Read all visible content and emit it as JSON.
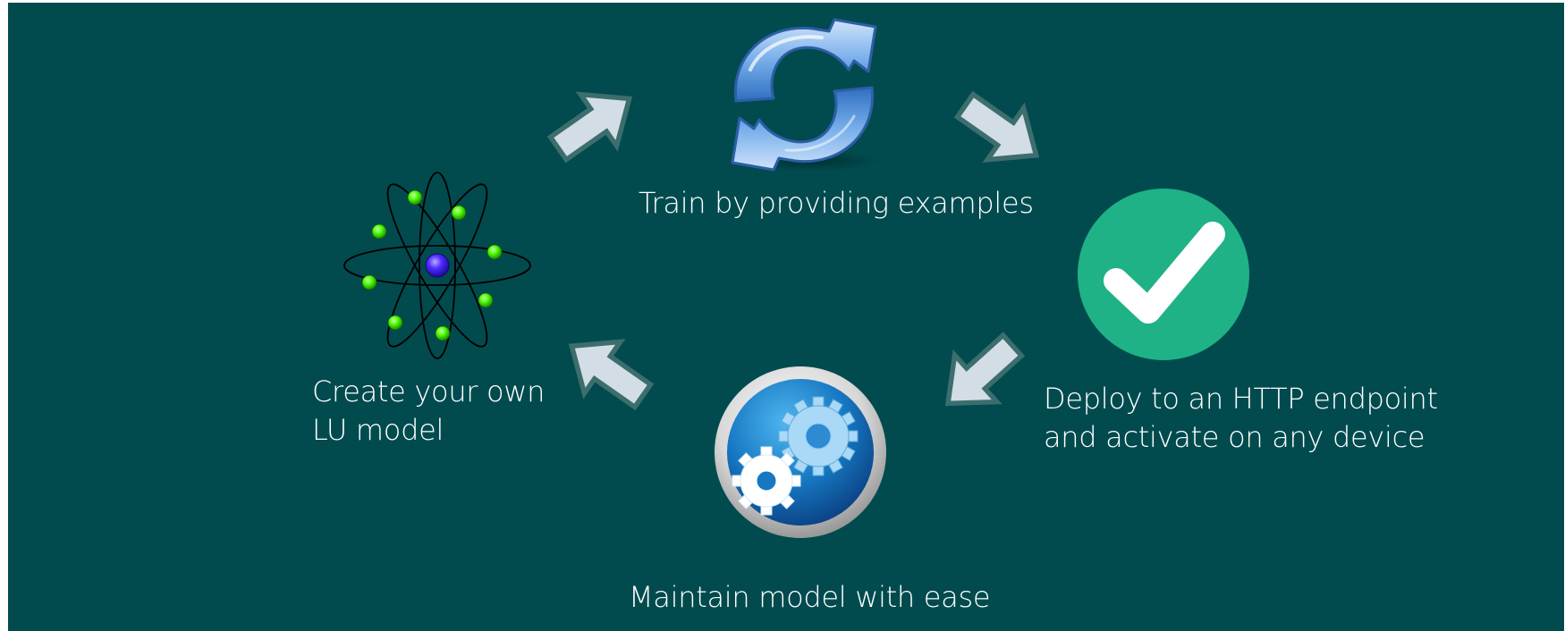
{
  "steps": {
    "create": {
      "line1": "Create your own",
      "line2": "LU model",
      "icon": "atom-icon"
    },
    "train": {
      "label": "Train by providing examples",
      "icon": "refresh-icon"
    },
    "deploy": {
      "line1": "Deploy to an HTTP endpoint",
      "line2": "and activate on any device",
      "icon": "checkmark-icon"
    },
    "maintain": {
      "label": "Maintain model with ease",
      "icon": "gears-icon"
    }
  },
  "colors": {
    "background": "#014b4f",
    "arrow_fill": "#d3dde6",
    "arrow_stroke": "#3c6e6d",
    "check_circle": "#1fb286",
    "atom_electron": "#4aff08",
    "atom_nucleus": "#4d2bff",
    "refresh_blue": "#6aa4e6"
  }
}
